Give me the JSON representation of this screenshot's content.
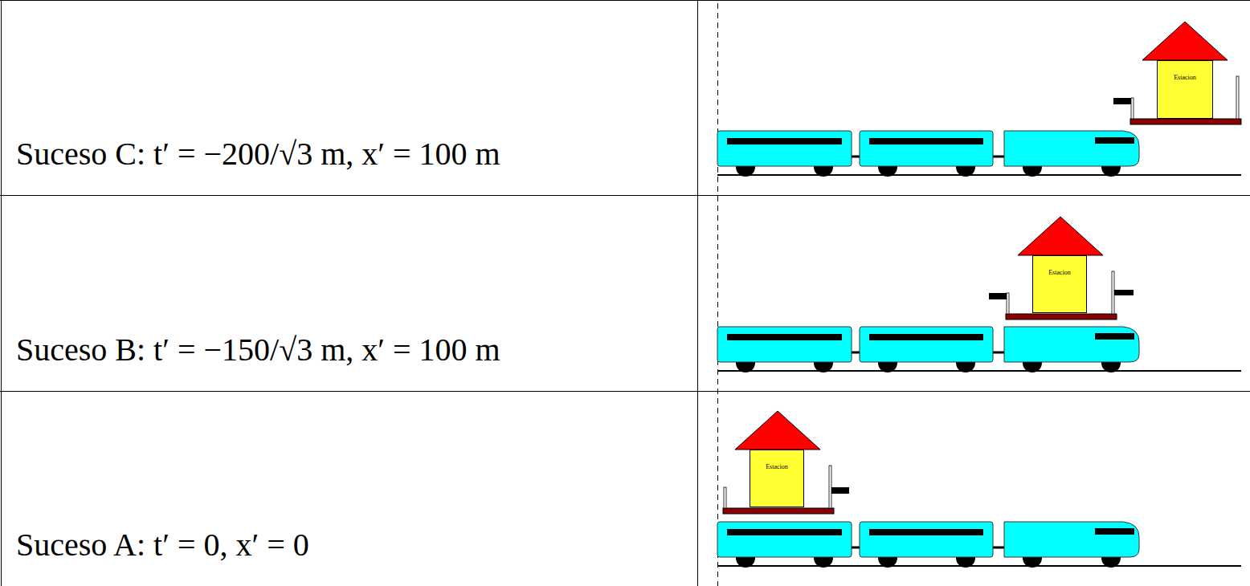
{
  "diagram": {
    "nodes": [
      {
        "text": [
          "Estacion"
        ]
      },
      {
        "text": [
          "Estacion"
        ]
      },
      {
        "text": [
          "Estacion"
        ]
      }
    ],
    "labels": [
      "Suceso C: t′ = −200/√3 m, x′ = 100 m",
      "Suceso B: t′ = −150/√3 m, x′ = 100 m",
      "Suceso A: t′ = 0, x′ = 0"
    ]
  }
}
